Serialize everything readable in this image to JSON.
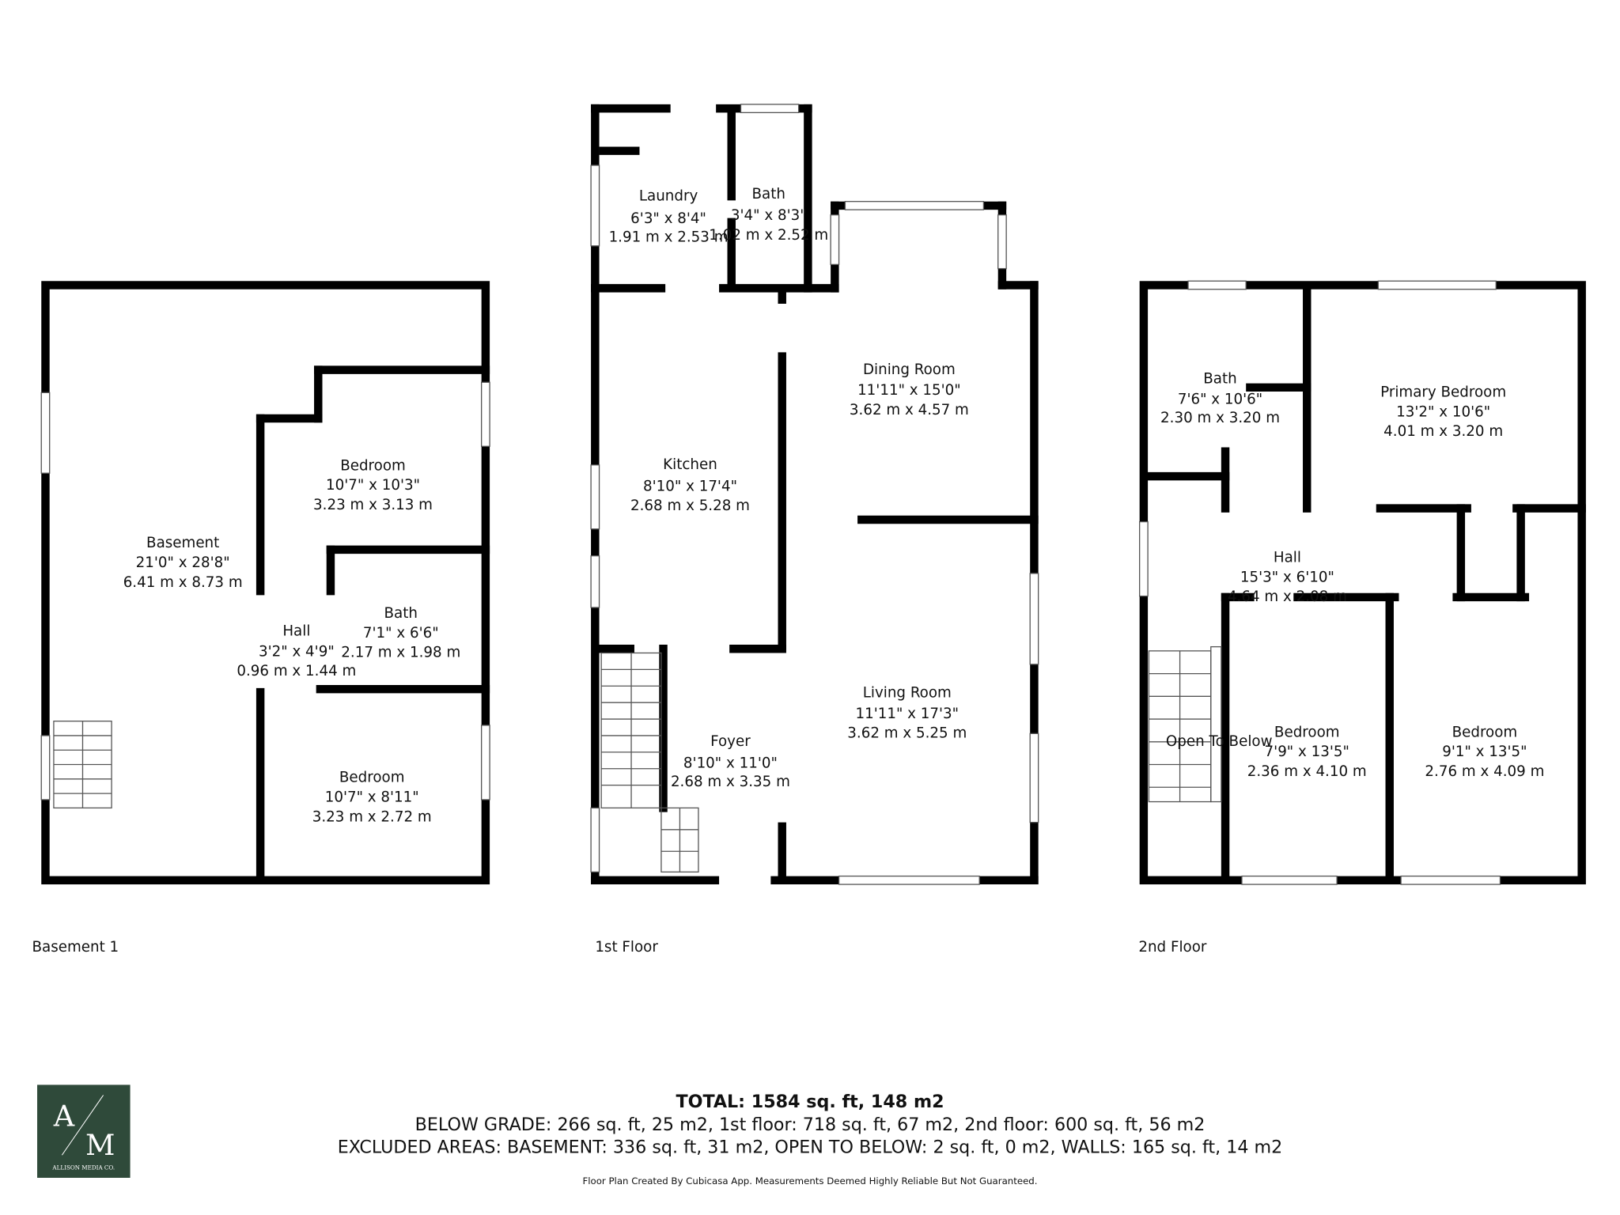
{
  "floors": {
    "basement": {
      "label": "Basement 1",
      "rooms": [
        {
          "name": "Basement",
          "imperial": "21'0\" x 28'8\"",
          "metric": "6.41 m x 8.73 m"
        },
        {
          "name": "Bedroom",
          "imperial": "10'7\" x 10'3\"",
          "metric": "3.23 m x 3.13 m"
        },
        {
          "name": "Bath",
          "imperial": "7'1\" x 6'6\"",
          "metric": "2.17 m x 1.98 m"
        },
        {
          "name": "Hall",
          "imperial": "3'2\" x 4'9\"",
          "metric": "0.96 m x 1.44 m"
        },
        {
          "name": "Bedroom",
          "imperial": "10'7\" x 8'11\"",
          "metric": "3.23 m x 2.72 m"
        }
      ]
    },
    "first": {
      "label": "1st Floor",
      "rooms": [
        {
          "name": "Laundry",
          "imperial": "6'3\" x 8'4\"",
          "metric": "1.91 m x 2.53 m"
        },
        {
          "name": "Bath",
          "imperial": "3'4\" x 8'3\"",
          "metric": "1.02 m x 2.52 m"
        },
        {
          "name": "Dining Room",
          "imperial": "11'11\" x 15'0\"",
          "metric": "3.62 m x 4.57 m"
        },
        {
          "name": "Kitchen",
          "imperial": "8'10\" x 17'4\"",
          "metric": "2.68 m x 5.28 m"
        },
        {
          "name": "Foyer",
          "imperial": "8'10\" x 11'0\"",
          "metric": "2.68 m x 3.35 m"
        },
        {
          "name": "Living Room",
          "imperial": "11'11\" x 17'3\"",
          "metric": "3.62 m x 5.25 m"
        }
      ]
    },
    "second": {
      "label": "2nd Floor",
      "rooms": [
        {
          "name": "Bath",
          "imperial": "7'6\" x 10'6\"",
          "metric": "2.30 m x 3.20 m"
        },
        {
          "name": "Primary Bedroom",
          "imperial": "13'2\" x 10'6\"",
          "metric": "4.01 m x 3.20 m"
        },
        {
          "name": "Hall",
          "imperial": "15'3\" x 6'10\"",
          "metric": "4.64 m x 2.08 m"
        },
        {
          "name": "Open To Below"
        },
        {
          "name": "Bedroom",
          "imperial": "7'9\" x 13'5\"",
          "metric": "2.36 m x 4.10 m"
        },
        {
          "name": "Bedroom",
          "imperial": "9'1\" x 13'5\"",
          "metric": "2.76 m x 4.09 m"
        }
      ]
    }
  },
  "summary": {
    "total": "TOTAL: 1584 sq. ft, 148 m2",
    "grades": "BELOW GRADE: 266 sq. ft, 25 m2, 1st floor: 718 sq. ft, 67 m2, 2nd floor: 600 sq. ft, 56 m2",
    "excluded": "EXCLUDED AREAS: BASEMENT: 336 sq. ft, 31 m2, OPEN TO BELOW: 2 sq. ft, 0 m2, WALLS: 165 sq. ft, 14 m2",
    "disclaimer": "Floor Plan Created By Cubicasa App. Measurements Deemed Highly Reliable But Not Guaranteed."
  },
  "logo": {
    "monogram_a": "A",
    "monogram_m": "M",
    "company": "ALLISON MEDIA CO.",
    "color": "#2f4a3a"
  }
}
